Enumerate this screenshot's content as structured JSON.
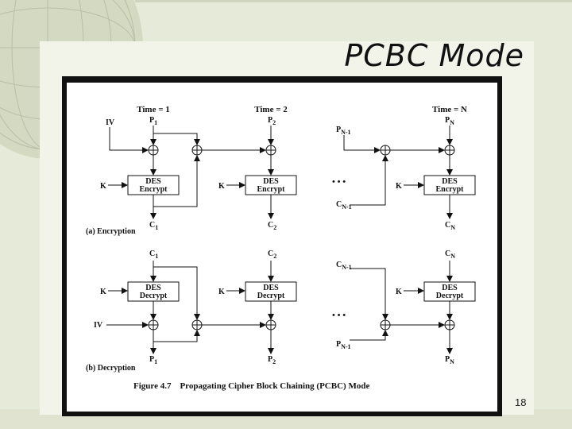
{
  "slide": {
    "title": "PCBC Mode",
    "page_number": "18"
  },
  "diagram": {
    "time_labels": [
      "Time = 1",
      "Time = 2",
      "Time = N"
    ],
    "enc": {
      "iv": "IV",
      "key": "K",
      "cipher_line1": "DES",
      "cipher_line2": "Encrypt",
      "inputs": [
        {
          "base": "P",
          "sub": "1"
        },
        {
          "base": "P",
          "sub": "2"
        },
        {
          "base": "P",
          "sub": "N-1"
        },
        {
          "base": "P",
          "sub": "N"
        }
      ],
      "outputs": [
        {
          "base": "C",
          "sub": "1"
        },
        {
          "base": "C",
          "sub": "2"
        },
        {
          "base": "C",
          "sub": "N-1"
        },
        {
          "base": "C",
          "sub": "N"
        }
      ],
      "caption": "(a) Encryption"
    },
    "dec": {
      "iv": "IV",
      "key": "K",
      "cipher_line1": "DES",
      "cipher_line2": "Decrypt",
      "inputs": [
        {
          "base": "C",
          "sub": "1"
        },
        {
          "base": "C",
          "sub": "2"
        },
        {
          "base": "C",
          "sub": "N-1"
        },
        {
          "base": "C",
          "sub": "N"
        }
      ],
      "outputs": [
        {
          "base": "P",
          "sub": "1"
        },
        {
          "base": "P",
          "sub": "2"
        },
        {
          "base": "P",
          "sub": "N-1"
        },
        {
          "base": "P",
          "sub": "N"
        }
      ],
      "caption": "(b) Decryption"
    },
    "ellipsis": "• • •",
    "figure_caption": "Figure 4.7    Propagating Cipher Block Chaining (PCBC) Mode"
  }
}
